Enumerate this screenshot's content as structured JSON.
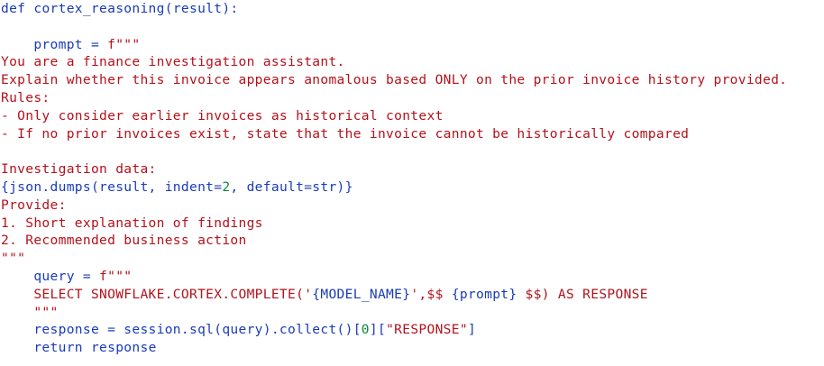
{
  "code_lines": [
    {
      "tokens": [
        {
          "t": "def",
          "c": "kw"
        },
        {
          "t": " cortex_reasoning(result):",
          "c": "plain"
        }
      ]
    },
    {
      "tokens": []
    },
    {
      "tokens": [
        {
          "t": "    prompt = ",
          "c": "plain"
        },
        {
          "t": "f\"\"\"",
          "c": "str"
        }
      ]
    },
    {
      "tokens": [
        {
          "t": "You are a finance investigation assistant.",
          "c": "str"
        }
      ]
    },
    {
      "tokens": [
        {
          "t": "Explain whether this invoice appears anomalous based ONLY on the prior invoice history provided.",
          "c": "str"
        }
      ]
    },
    {
      "tokens": [
        {
          "t": "Rules:",
          "c": "str"
        }
      ]
    },
    {
      "tokens": [
        {
          "t": "- Only consider earlier invoices as historical context",
          "c": "str"
        }
      ]
    },
    {
      "tokens": [
        {
          "t": "- If no prior invoices exist, state that the invoice cannot be historically compared",
          "c": "str"
        }
      ]
    },
    {
      "tokens": []
    },
    {
      "tokens": [
        {
          "t": "Investigation data:",
          "c": "str"
        }
      ]
    },
    {
      "tokens": [
        {
          "t": "{json.dumps(result, indent=",
          "c": "plain"
        },
        {
          "t": "2",
          "c": "num"
        },
        {
          "t": ", default=str)}",
          "c": "plain"
        }
      ]
    },
    {
      "tokens": [
        {
          "t": "Provide:",
          "c": "str"
        }
      ]
    },
    {
      "tokens": [
        {
          "t": "1. Short explanation of findings",
          "c": "str"
        }
      ]
    },
    {
      "tokens": [
        {
          "t": "2. Recommended business action",
          "c": "str"
        }
      ]
    },
    {
      "tokens": [
        {
          "t": "\"\"\"",
          "c": "str"
        }
      ]
    },
    {
      "tokens": [
        {
          "t": "    query = ",
          "c": "plain"
        },
        {
          "t": "f\"\"\"",
          "c": "str"
        }
      ]
    },
    {
      "tokens": [
        {
          "t": "    SELECT SNOWFLAKE.CORTEX.COMPLETE('",
          "c": "str"
        },
        {
          "t": "{MODEL_NAME}",
          "c": "plain"
        },
        {
          "t": "',$$ ",
          "c": "str"
        },
        {
          "t": "{prompt}",
          "c": "plain"
        },
        {
          "t": " $$) AS RESPONSE",
          "c": "str"
        }
      ]
    },
    {
      "tokens": [
        {
          "t": "    \"\"\"",
          "c": "str"
        }
      ]
    },
    {
      "tokens": [
        {
          "t": "    response = session.sql(query).collect()[",
          "c": "plain"
        },
        {
          "t": "0",
          "c": "num"
        },
        {
          "t": "][",
          "c": "plain"
        },
        {
          "t": "\"RESPONSE\"",
          "c": "str"
        },
        {
          "t": "]",
          "c": "plain"
        }
      ]
    },
    {
      "tokens": [
        {
          "t": "    return",
          "c": "kw"
        },
        {
          "t": " response",
          "c": "plain"
        }
      ]
    }
  ]
}
